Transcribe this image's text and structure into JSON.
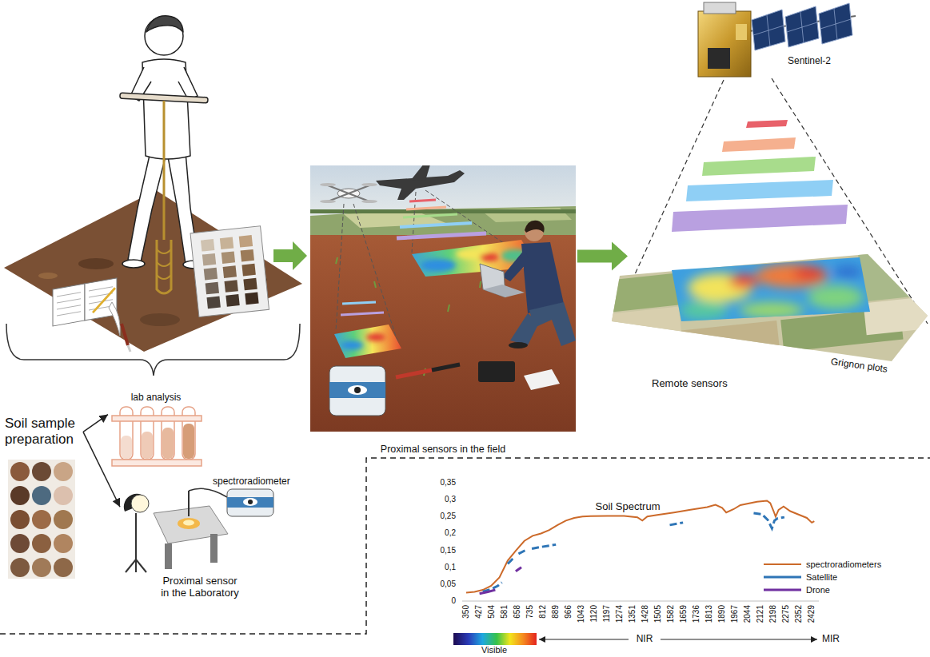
{
  "diagram": {
    "nodes": [
      {
        "text": [
          "Soil sample preparation"
        ]
      },
      {
        "text": [
          "lab analysis"
        ]
      },
      {
        "text": [
          "Proximal sensor in the Laboratory"
        ]
      },
      {
        "text": [
          "Proximal sensors in the field"
        ]
      },
      {
        "text": [
          "Remote sensors"
        ]
      }
    ],
    "edges": [
      {
        "from": 0,
        "to": 1,
        "arrow": "to"
      },
      {
        "from": 0,
        "to": 2,
        "arrow": "to"
      },
      {
        "from": 3,
        "to": 4,
        "arrow": "to"
      }
    ],
    "labels": [
      "Sentinel-2",
      "Grignon plots",
      "spectroradiometer",
      "Soil Spectrum",
      "0",
      "0,05",
      "0,1",
      "0,15",
      "0,2",
      "0,25",
      "0,3",
      "0,35",
      "350",
      "427",
      "504",
      "581",
      "658",
      "735",
      "812",
      "889",
      "966",
      "1043",
      "1120",
      "1197",
      "1274",
      "1351",
      "1428",
      "1505",
      "1582",
      "1659",
      "1736",
      "1813",
      "1890",
      "1967",
      "2044",
      "2121",
      "2198",
      "2275",
      "2352",
      "2429",
      "Visible",
      "NIR",
      "MIR"
    ],
    "legend": [
      {
        "text": "spectroradiometers"
      },
      {
        "text": "Satellite"
      },
      {
        "text": "Drone"
      }
    ]
  }
}
